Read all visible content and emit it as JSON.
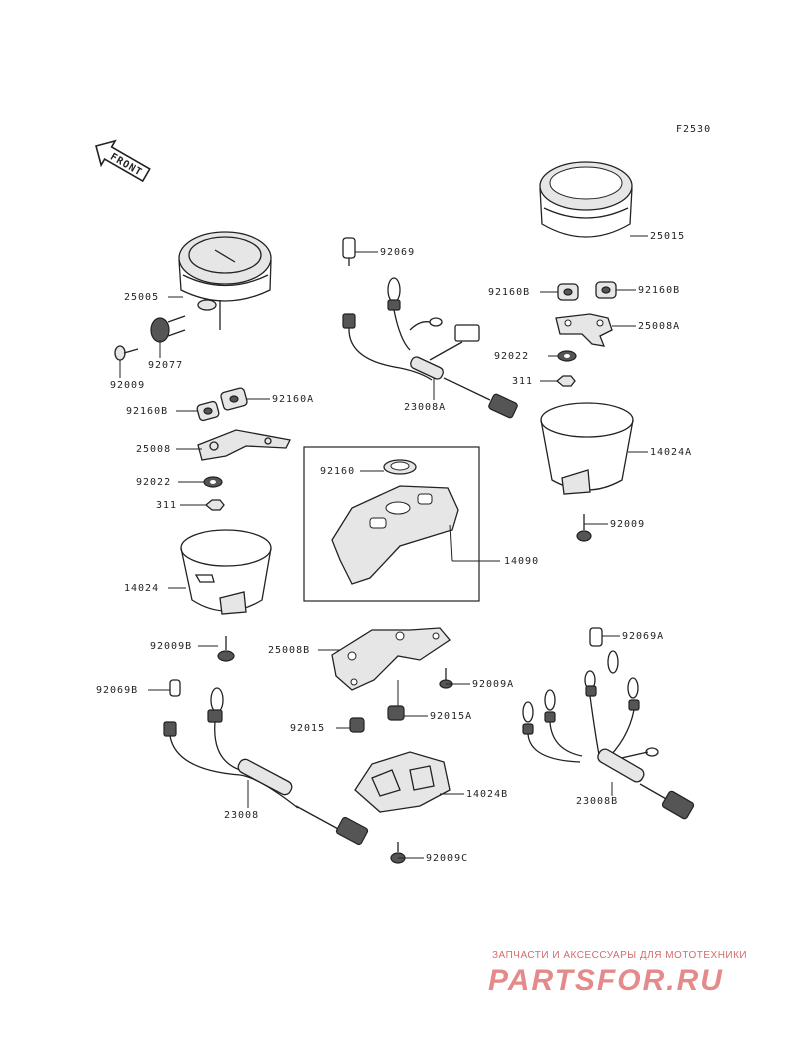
{
  "figure_id": "F2530",
  "front_label": "FRONT",
  "labels": {
    "l25005": "25005",
    "l92077": "92077",
    "l92009": "92009",
    "l92160B_left": "92160B",
    "l92160A": "92160A",
    "l25008": "25008",
    "l92022_left": "92022",
    "l311_left": "311",
    "l14024": "14024",
    "l92009B": "92009B",
    "l92069B": "92069B",
    "l23008": "23008",
    "l92069": "92069",
    "l23008A": "23008A",
    "l92160": "92160",
    "l14090": "14090",
    "l25008B": "25008B",
    "l92009A": "92009A",
    "l92015": "92015",
    "l92015A": "92015A",
    "l14024B": "14024B",
    "l92009C": "92009C",
    "l25015": "25015",
    "l92160B_r1": "92160B",
    "l92160B_r2": "92160B",
    "l25008A": "25008A",
    "l92022_right": "92022",
    "l311_right": "311",
    "l14024A": "14024A",
    "l92009_right": "92009",
    "l92069A": "92069A",
    "l23008B": "23008B"
  },
  "watermark": {
    "line1": "ЗАПЧАСТИ И АКСЕССУАРЫ ДЛЯ МОТОТЕХНИКИ",
    "line2": "PARTSFOR.RU"
  }
}
